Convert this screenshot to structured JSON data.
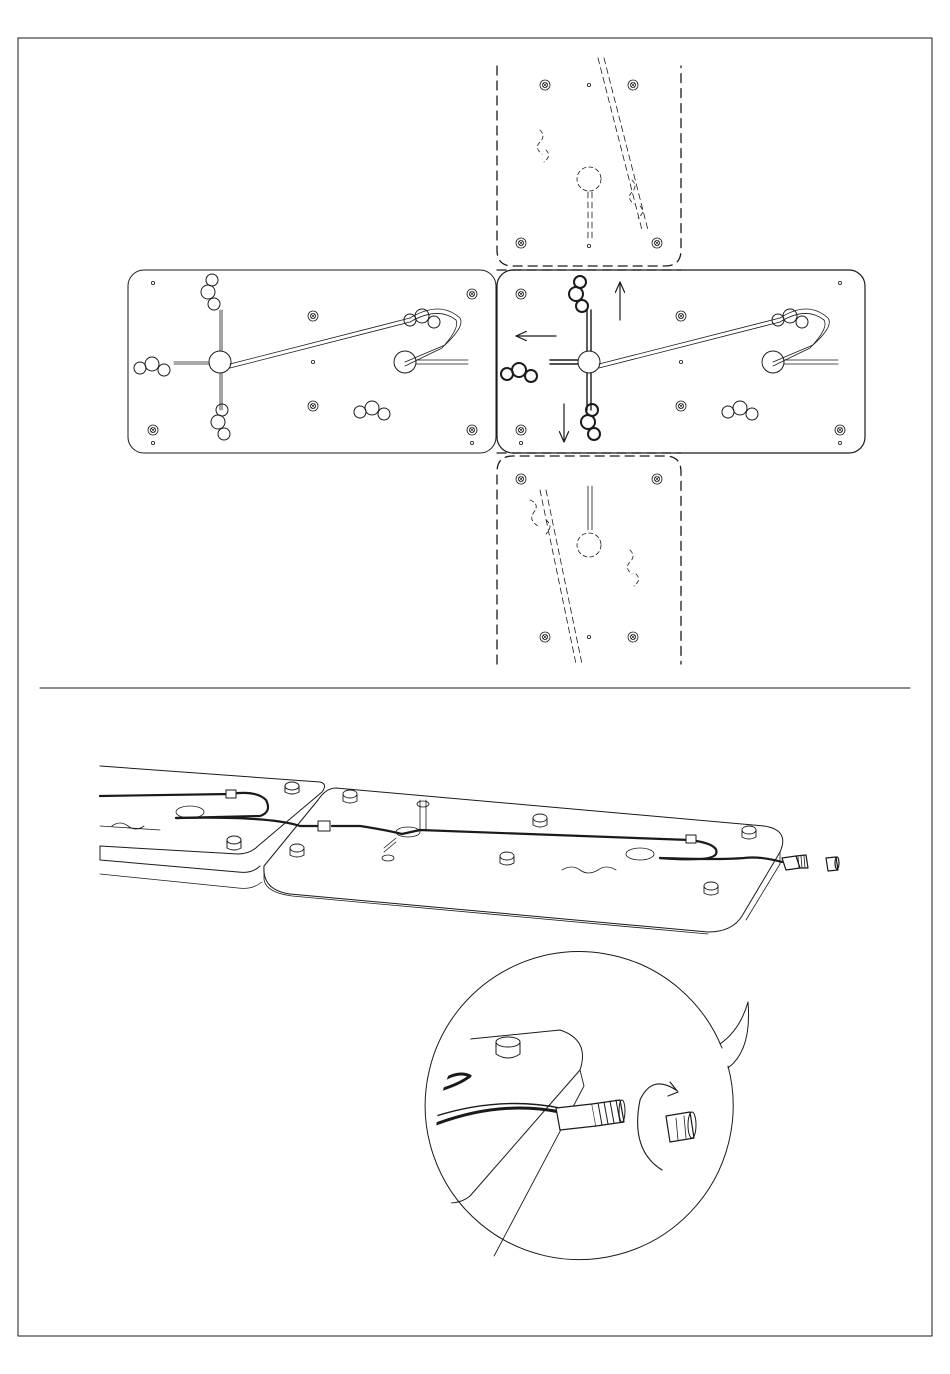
{
  "diagram": {
    "type": "assembly-instructions",
    "colors": {
      "ink": "#1a1a1a",
      "paper": "#ffffff"
    },
    "top_figure": {
      "panels": [
        "left-panel",
        "center-panel",
        "ghost-panel-top",
        "ghost-panel-bottom"
      ],
      "arrows": [
        "arrow-up",
        "arrow-left",
        "arrow-down"
      ]
    },
    "bottom_figure": {
      "items": [
        "panel-assembly-isometric",
        "cable",
        "connector",
        "end-cap",
        "detail-callout"
      ],
      "detail": {
        "rotation_hint": "clockwise-arrow"
      }
    }
  }
}
